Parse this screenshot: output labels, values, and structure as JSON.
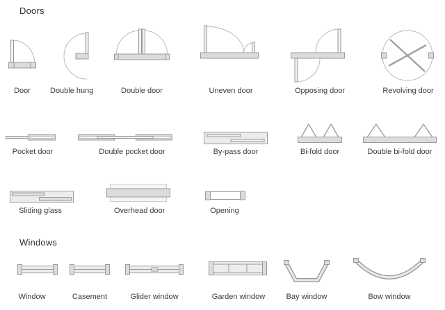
{
  "colors": {
    "background": "#ffffff",
    "wall_fill": "#dcdcdc",
    "wall_stroke": "#9a9a9a",
    "leaf_fill": "#f0f0f0",
    "arc_stroke": "#b8b8b8",
    "frame_fill": "#ececec",
    "label_text": "#3c3c3c"
  },
  "sections": [
    {
      "title": "Doors",
      "items": [
        {
          "label": "Door",
          "symbol": "single-swing-door-icon"
        },
        {
          "label": "Double hung",
          "symbol": "double-hung-door-icon"
        },
        {
          "label": "Double door",
          "symbol": "double-door-icon"
        },
        {
          "label": "Uneven door",
          "symbol": "uneven-door-icon"
        },
        {
          "label": "Opposing door",
          "symbol": "opposing-door-icon"
        },
        {
          "label": "Revolving door",
          "symbol": "revolving-door-icon"
        },
        {
          "label": "Pocket door",
          "symbol": "pocket-door-icon"
        },
        {
          "label": "Double pocket door",
          "symbol": "double-pocket-door-icon"
        },
        {
          "label": "By-pass door",
          "symbol": "by-pass-door-icon"
        },
        {
          "label": "Bi-fold door",
          "symbol": "bi-fold-door-icon"
        },
        {
          "label": "Double bi-fold door",
          "symbol": "double-bi-fold-door-icon"
        },
        {
          "label": "Sliding glass",
          "symbol": "sliding-glass-door-icon"
        },
        {
          "label": "Overhead door",
          "symbol": "overhead-door-icon"
        },
        {
          "label": "Opening",
          "symbol": "opening-icon"
        }
      ]
    },
    {
      "title": "Windows",
      "items": [
        {
          "label": "Window",
          "symbol": "window-icon"
        },
        {
          "label": "Casement",
          "symbol": "casement-window-icon"
        },
        {
          "label": "Glider window",
          "symbol": "glider-window-icon"
        },
        {
          "label": "Garden window",
          "symbol": "garden-window-icon"
        },
        {
          "label": "Bay window",
          "symbol": "bay-window-icon"
        },
        {
          "label": "Bow window",
          "symbol": "bow-window-icon"
        }
      ]
    }
  ]
}
